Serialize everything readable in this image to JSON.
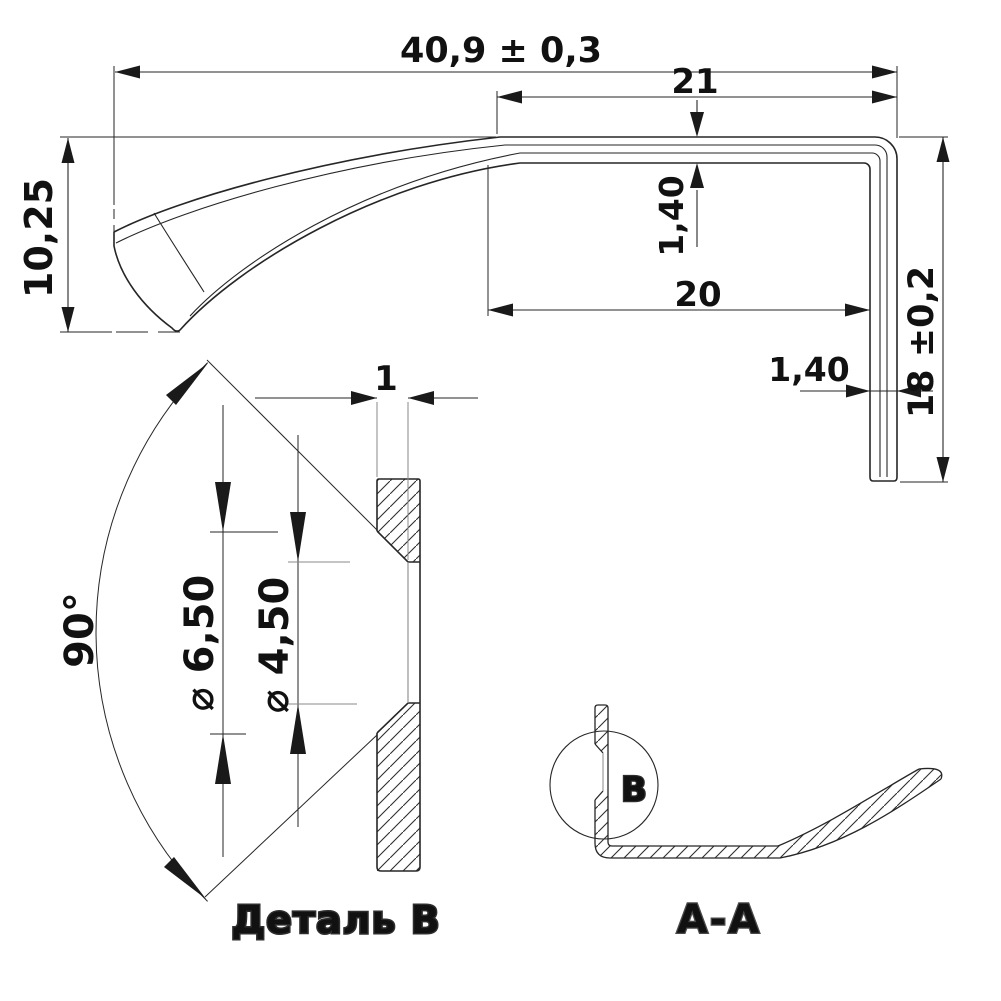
{
  "drawing": {
    "colors": {
      "line": "#262626",
      "accent_green": "#5ab647",
      "accent_pink": "#ee2e68"
    },
    "main_view": {
      "dim_overall": "40,9 ± 0,3",
      "dim_top_arm": "21",
      "dim_arm_thickness": "1,40",
      "dim_inner": "20",
      "dim_leg_thickness": "1,40",
      "dim_leg_height": "18 ±0,2",
      "dim_hook_height": "10,25"
    },
    "detail_b": {
      "label": "Деталь B",
      "dim_angle": "90°",
      "dim_depth": "1",
      "dim_csk_dia": "⌀ 6,50",
      "dim_hole_dia": "⌀ 4,50"
    },
    "section_aa": {
      "label": "A-A",
      "marker": "B"
    }
  }
}
